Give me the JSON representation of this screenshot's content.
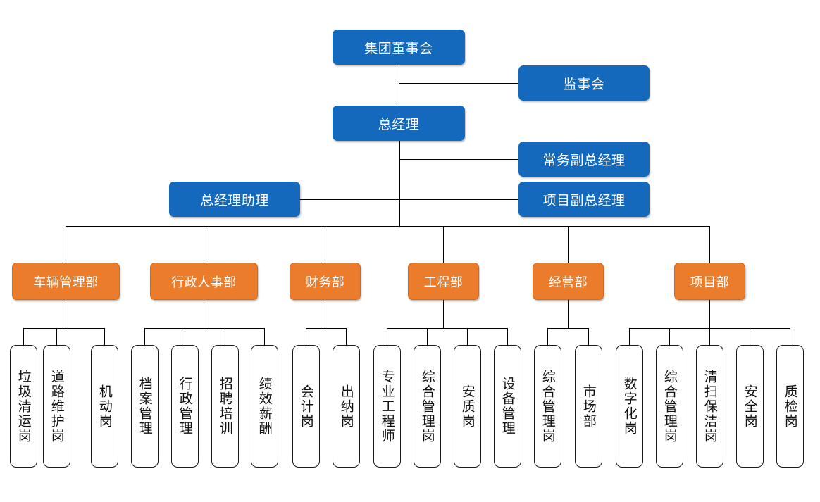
{
  "colors": {
    "executive_blue": "#1569bd",
    "department_orange": "#ea7c2b",
    "leaf_border": "#1a1a1a",
    "connector": "#000000",
    "background": "#ffffff"
  },
  "executive": {
    "board": {
      "label": "集团董事会"
    },
    "supervisory": {
      "label": "监事会"
    },
    "general_manager": {
      "label": "总经理"
    },
    "executive_deputy": {
      "label": "常务副总经理"
    },
    "project_deputy": {
      "label": "项目副总经理"
    },
    "assistant": {
      "label": "总经理助理"
    }
  },
  "departments": [
    {
      "label": "车辆管理部",
      "positions": [
        {
          "label": "垃圾清运岗"
        },
        {
          "label": "道路维护岗"
        },
        {
          "label": "机动岗"
        }
      ]
    },
    {
      "label": "行政人事部",
      "positions": [
        {
          "label": "档案管理"
        },
        {
          "label": "行政管理"
        },
        {
          "label": "招聘培训"
        },
        {
          "label": "绩效薪酬"
        }
      ]
    },
    {
      "label": "财务部",
      "positions": [
        {
          "label": "会计岗"
        },
        {
          "label": "出纳岗"
        }
      ]
    },
    {
      "label": "工程部",
      "positions": [
        {
          "label": "专业工程师"
        },
        {
          "label": "综合管理岗"
        },
        {
          "label": "安质岗"
        },
        {
          "label": "设备管理"
        }
      ]
    },
    {
      "label": "经营部",
      "positions": [
        {
          "label": "综合管理岗"
        },
        {
          "label": "市场部"
        }
      ]
    },
    {
      "label": "项目部",
      "positions": [
        {
          "label": "数字化岗"
        },
        {
          "label": "综合管理岗"
        },
        {
          "label": "清扫保洁岗"
        },
        {
          "label": "安全岗"
        },
        {
          "label": "质检岗"
        }
      ]
    }
  ]
}
